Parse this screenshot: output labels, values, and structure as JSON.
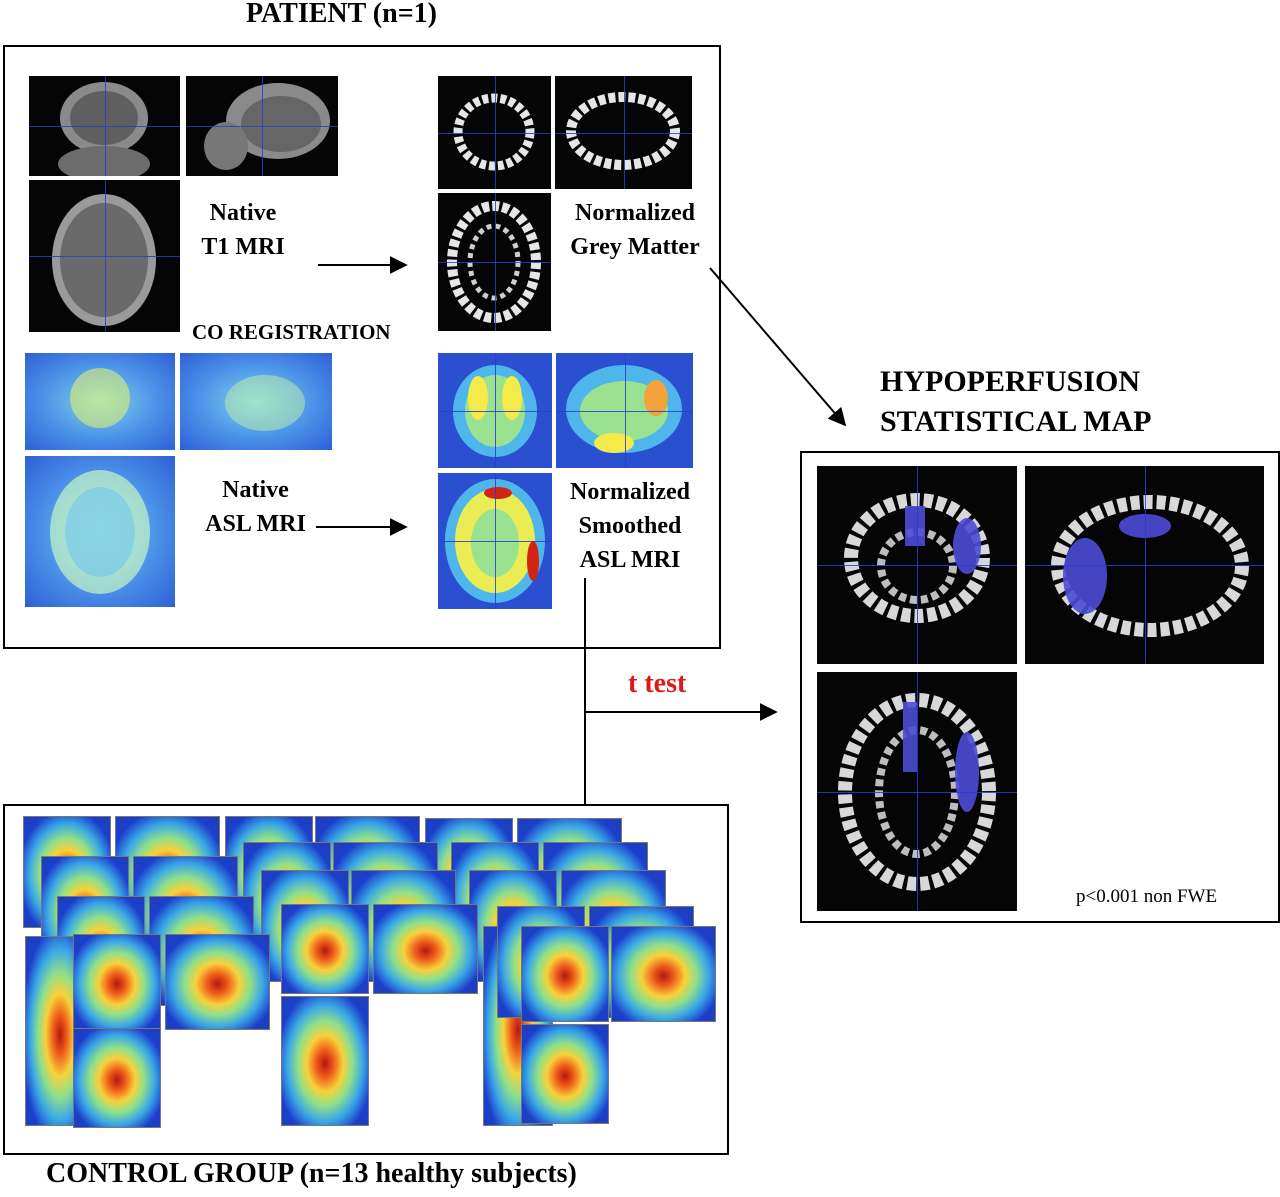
{
  "patient_title": "PATIENT (n=1)",
  "native_t1": [
    "Native",
    "T1 MRI"
  ],
  "norm_grey": [
    "Normalized",
    "Grey Matter"
  ],
  "coreg": "CO REGISTRATION",
  "native_asl": [
    "Native",
    "ASL MRI"
  ],
  "norm_asl": [
    "Normalized",
    "Smoothed",
    "ASL MRI"
  ],
  "t_test": "t test",
  "map_title": [
    "HYPOPERFUSION",
    "STATISTICAL MAP"
  ],
  "p_value": "p<0.001 non FWE",
  "control_title": "CONTROL GROUP (n=13 healthy subjects)",
  "colors": {
    "t_test": "#e01818",
    "overlay": "#4d4dd6",
    "crosshair": "#2838d2"
  }
}
